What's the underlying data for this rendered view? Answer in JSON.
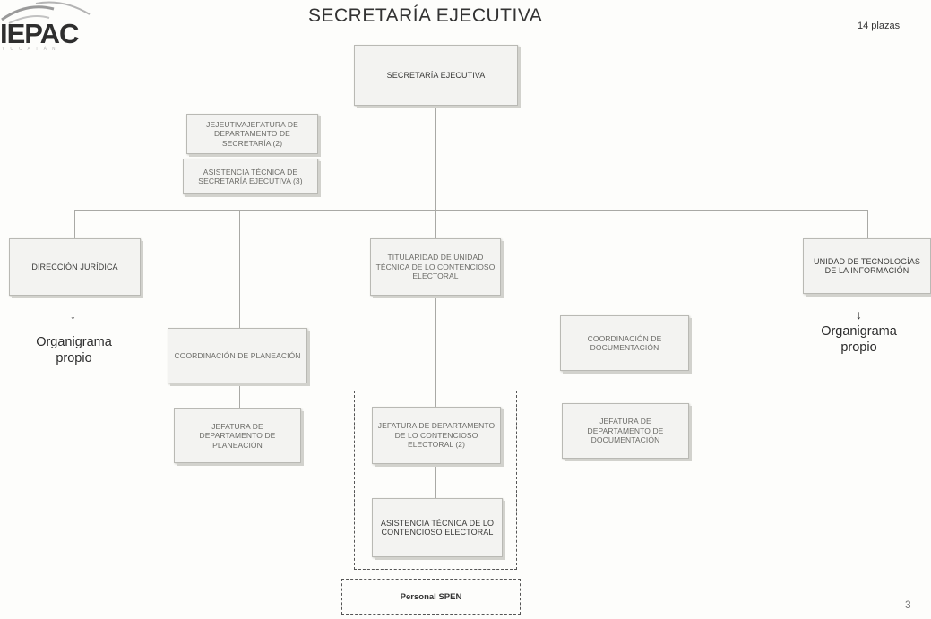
{
  "logo": {
    "text": "IEPAC",
    "subtext": "YUCATÁN"
  },
  "title": "SECRETARÍA EJECUTIVA",
  "plazas": "14 plazas",
  "page_number": "3",
  "nodes": {
    "root": "SECRETARÍA EJECUTIVA",
    "jefatura_secretaria": "JEJEUTIVAJEFATURA DE DEPARTAMENTO DE SECRETARÍA (2)",
    "asistencia_secretaria": "ASISTENCIA TÉCNICA DE SECRETARÍA EJECUTIVA (3)",
    "direccion_juridica": "DIRECCIÓN JURÍDICA",
    "coord_planeacion": "COORDINACIÓN DE PLANEACIÓN",
    "jefatura_planeacion": "JEFATURA DE DEPARTAMENTO DE PLANEACIÓN",
    "titularidad": "TITULARIDAD DE UNIDAD TÉCNICA DE LO CONTENCIOSO ELECTORAL",
    "jefatura_contencioso": "JEFATURA DE DEPARTAMENTO DE LO CONTENCIOSO ELECTORAL (2)",
    "asistencia_contencioso": "ASISTENCIA TÉCNICA DE LO CONTENCIOSO ELECTORAL",
    "coord_documentacion": "COORDINACIÓN DE DOCUMENTACIÓN",
    "jefatura_documentacion": "JEFATURA DE DEPARTAMENTO DE DOCUMENTACIÓN",
    "unidad_tecnologias": "UNIDAD DE TECNOLOGÍAS DE LA INFORMACIÓN"
  },
  "notes": {
    "juridica": "Organigrama propio",
    "tecnologias": "Organigrama propio",
    "arrow": "↓"
  },
  "legend": {
    "spen": "Personal SPEN"
  }
}
